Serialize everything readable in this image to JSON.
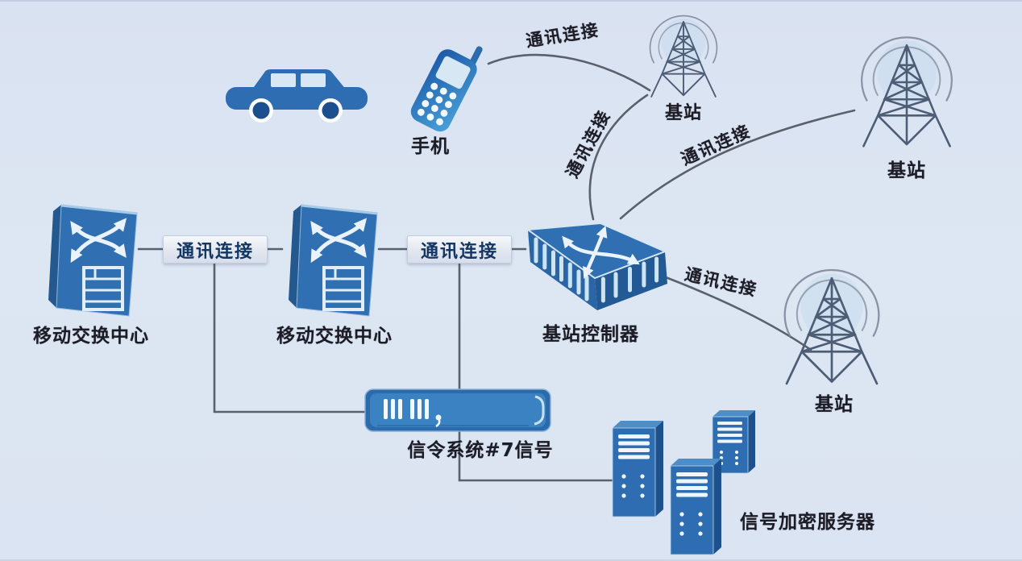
{
  "labels": {
    "phone": "手机",
    "base_station": "基站",
    "mobile_switching_center": "移动交换中心",
    "base_station_controller": "基站控制器",
    "ss7": "信令系统#7信号",
    "encryption_server": "信号加密服务器",
    "link": "通讯连接"
  },
  "icons": {
    "car": "car-icon",
    "phone": "mobile-phone-icon",
    "tower": "cell-tower-icon",
    "switch": "switch-icon",
    "controller": "base-station-controller-icon",
    "hub": "signaling-hub-icon",
    "server": "server-icon"
  },
  "colors": {
    "background": "#dde6f3",
    "device_blue": "#2e6db1",
    "device_blue_dark": "#1d518b",
    "device_blue_light": "#4e8ec8",
    "line_gray": "#5b616c",
    "label_text": "#1c1c26",
    "link_box_bg": "#e9edf5",
    "link_box_text": "#143663"
  }
}
